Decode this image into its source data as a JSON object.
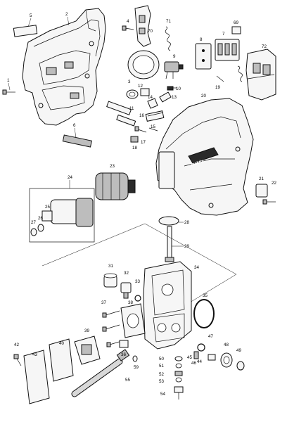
{
  "diagram": {
    "callouts": [
      {
        "id": "p1",
        "label": "1"
      },
      {
        "id": "p2",
        "label": "2"
      },
      {
        "id": "p3",
        "label": "3"
      },
      {
        "id": "p4",
        "label": "4"
      },
      {
        "id": "p5",
        "label": "5"
      },
      {
        "id": "p6",
        "label": "6"
      },
      {
        "id": "p7",
        "label": "7"
      },
      {
        "id": "p8",
        "label": "8"
      },
      {
        "id": "p9",
        "label": "9"
      },
      {
        "id": "p10",
        "label": "10"
      },
      {
        "id": "p11",
        "label": "11"
      },
      {
        "id": "p12",
        "label": "12"
      },
      {
        "id": "p13",
        "label": "13"
      },
      {
        "id": "p14",
        "label": "14"
      },
      {
        "id": "p15",
        "label": "15"
      },
      {
        "id": "p16",
        "label": "16"
      },
      {
        "id": "p17",
        "label": "17"
      },
      {
        "id": "p18",
        "label": "18"
      },
      {
        "id": "p19",
        "label": "19"
      },
      {
        "id": "p20",
        "label": "20"
      },
      {
        "id": "p21",
        "label": "21"
      },
      {
        "id": "p22",
        "label": "22"
      },
      {
        "id": "p23",
        "label": "23"
      },
      {
        "id": "p24",
        "label": "24"
      },
      {
        "id": "p25",
        "label": "25"
      },
      {
        "id": "p26",
        "label": "26"
      },
      {
        "id": "p27",
        "label": "27"
      },
      {
        "id": "p28",
        "label": "28"
      },
      {
        "id": "p29",
        "label": "29"
      },
      {
        "id": "p31",
        "label": "31"
      },
      {
        "id": "p32",
        "label": "32"
      },
      {
        "id": "p33",
        "label": "33"
      },
      {
        "id": "p34",
        "label": "34"
      },
      {
        "id": "p35",
        "label": "35"
      },
      {
        "id": "p36",
        "label": "36"
      },
      {
        "id": "p37",
        "label": "37"
      },
      {
        "id": "p38",
        "label": "38"
      },
      {
        "id": "p39",
        "label": "39"
      },
      {
        "id": "p40",
        "label": "40"
      },
      {
        "id": "p42",
        "label": "42"
      },
      {
        "id": "p43",
        "label": "43"
      },
      {
        "id": "p44",
        "label": "44"
      },
      {
        "id": "p45",
        "label": "45"
      },
      {
        "id": "p46",
        "label": "46"
      },
      {
        "id": "p47",
        "label": "47"
      },
      {
        "id": "p48",
        "label": "48"
      },
      {
        "id": "p49",
        "label": "49"
      },
      {
        "id": "p50",
        "label": "50"
      },
      {
        "id": "p51",
        "label": "51"
      },
      {
        "id": "p52",
        "label": "52"
      },
      {
        "id": "p53",
        "label": "53"
      },
      {
        "id": "p54",
        "label": "54"
      },
      {
        "id": "p55",
        "label": "55"
      },
      {
        "id": "p59",
        "label": "59"
      },
      {
        "id": "p69",
        "label": "69"
      },
      {
        "id": "p70",
        "label": "70"
      },
      {
        "id": "p71",
        "label": "71"
      },
      {
        "id": "p72",
        "label": "72"
      }
    ],
    "housing_logo": "makita"
  }
}
